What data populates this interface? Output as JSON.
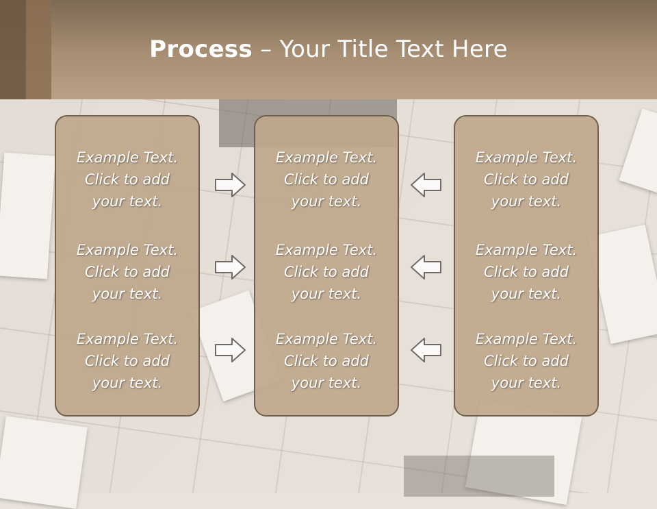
{
  "slide": {
    "title_bold": "Process",
    "title_rest": " – Your Title Text Here"
  },
  "columns": [
    {
      "items": [
        {
          "line1": "Example Text.",
          "line2": "Click  to add",
          "line3": "your text."
        },
        {
          "line1": "Example Text.",
          "line2": "Click  to add",
          "line3": "your text."
        },
        {
          "line1": "Example Text.",
          "line2": "Click  to add",
          "line3": "your text."
        }
      ]
    },
    {
      "items": [
        {
          "line1": "Example Text.",
          "line2": "Click  to add",
          "line3": "your text."
        },
        {
          "line1": "Example Text.",
          "line2": "Click  to add",
          "line3": "your text."
        },
        {
          "line1": "Example Text.",
          "line2": "Click  to add",
          "line3": "your text."
        }
      ]
    },
    {
      "items": [
        {
          "line1": "Example Text.",
          "line2": "Click  to add",
          "line3": "your text."
        },
        {
          "line1": "Example Text.",
          "line2": "Click  to add",
          "line3": "your text."
        },
        {
          "line1": "Example Text.",
          "line2": "Click  to add",
          "line3": "your text."
        }
      ]
    }
  ],
  "arrows": {
    "left_group": "right-arrow-icon",
    "right_group": "left-arrow-icon"
  },
  "colors": {
    "header": "#a88f74",
    "box_fill": "#bea88c",
    "box_border": "#6f5f4d",
    "text": "#ffffff"
  }
}
